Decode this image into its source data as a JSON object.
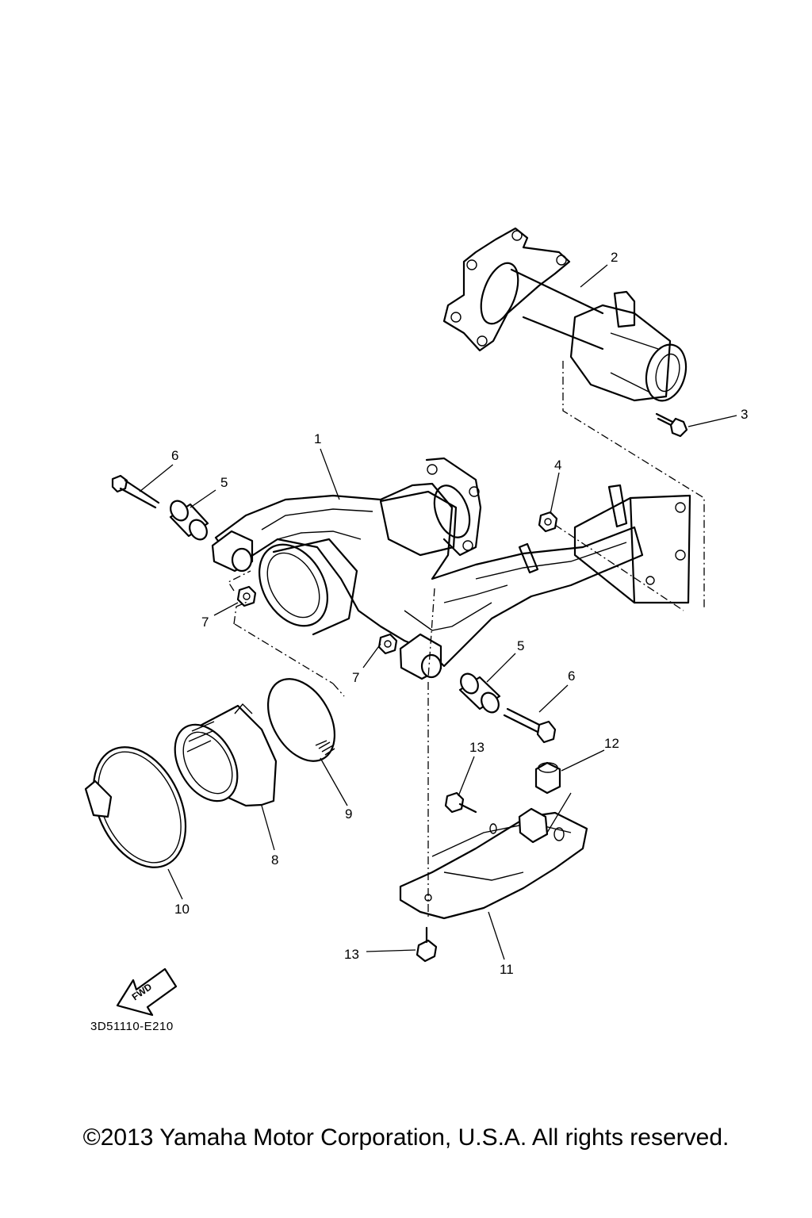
{
  "callouts": [
    {
      "id": "1",
      "label": "1"
    },
    {
      "id": "2",
      "label": "2"
    },
    {
      "id": "3",
      "label": "3"
    },
    {
      "id": "4",
      "label": "4"
    },
    {
      "id": "5a",
      "label": "5"
    },
    {
      "id": "5b",
      "label": "5"
    },
    {
      "id": "6a",
      "label": "6"
    },
    {
      "id": "6b",
      "label": "6"
    },
    {
      "id": "7a",
      "label": "7"
    },
    {
      "id": "7b",
      "label": "7"
    },
    {
      "id": "8",
      "label": "8"
    },
    {
      "id": "9",
      "label": "9"
    },
    {
      "id": "10",
      "label": "10"
    },
    {
      "id": "11",
      "label": "11"
    },
    {
      "id": "12",
      "label": "12"
    },
    {
      "id": "13a",
      "label": "13"
    },
    {
      "id": "13b",
      "label": "13"
    }
  ],
  "fwd_arrow_text": "FWD",
  "diagram_code": "3D51110-E210",
  "copyright": "©2013 Yamaha Motor Corporation, U.S.A. All rights reserved."
}
